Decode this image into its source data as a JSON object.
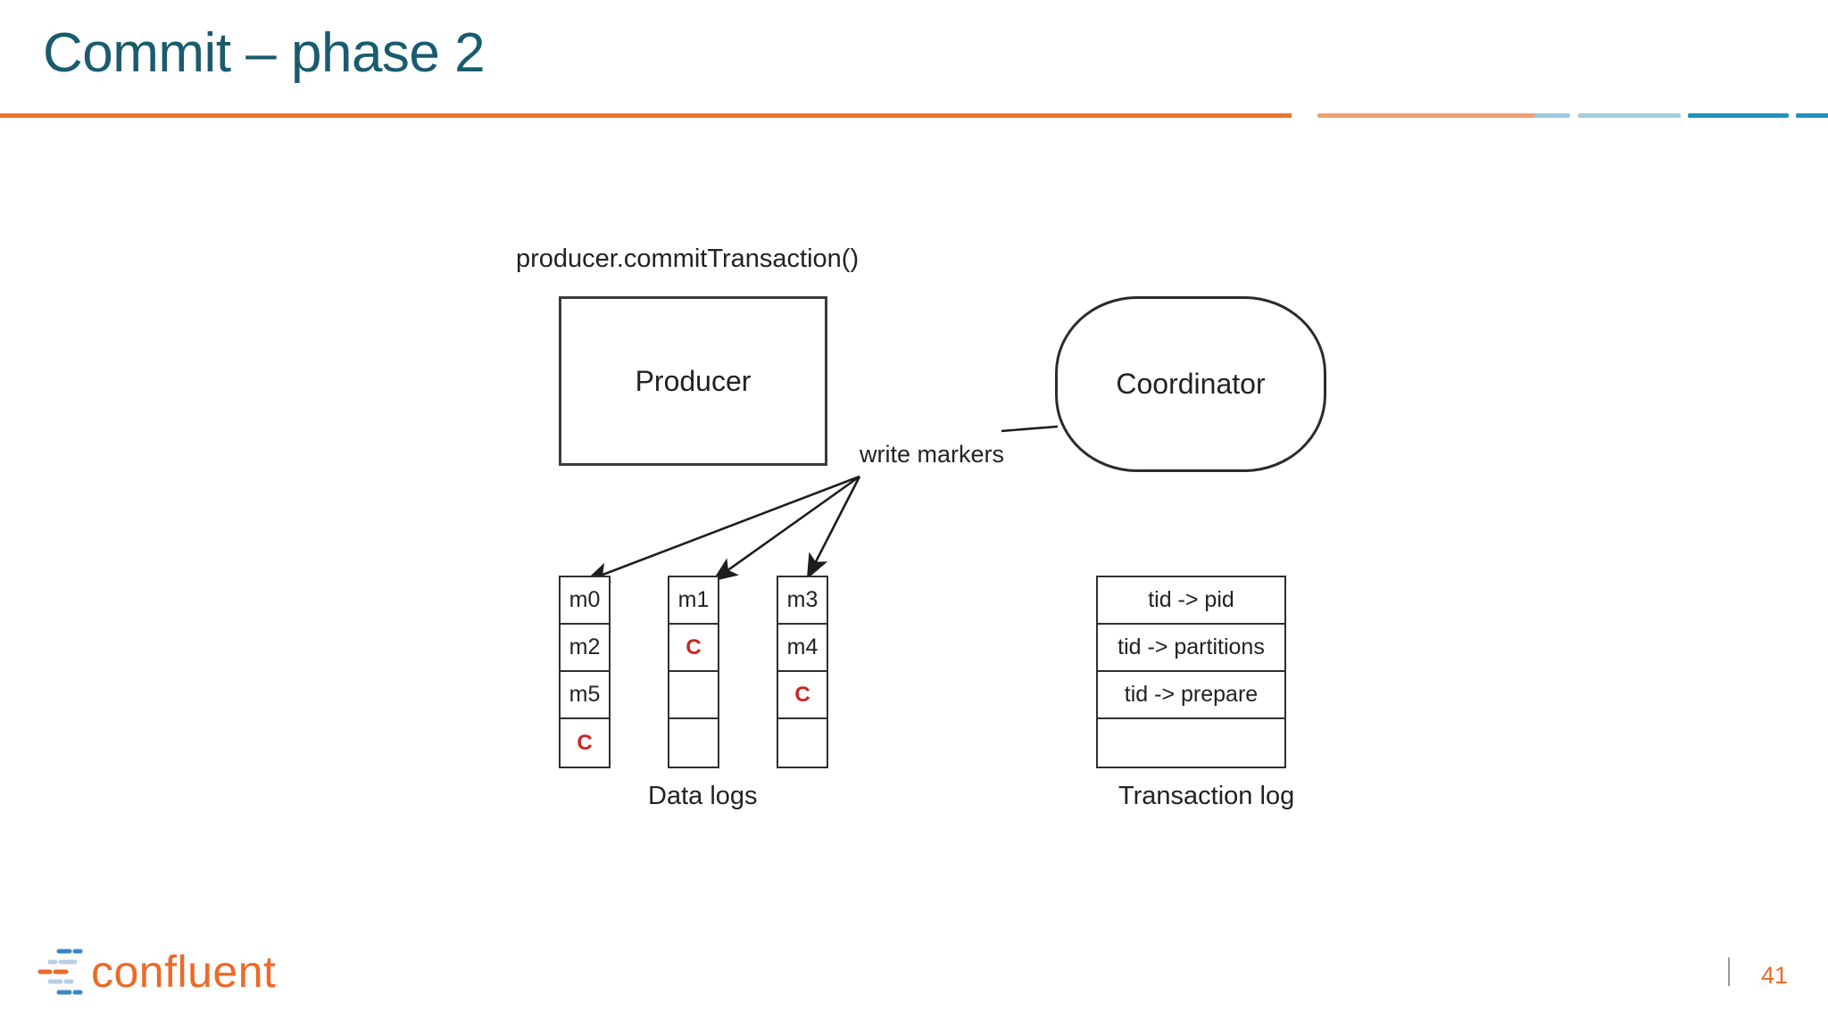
{
  "slide": {
    "title": "Commit – phase 2",
    "page_number": "41",
    "brand": "confluent"
  },
  "colors": {
    "title_teal": "#1a5b6e",
    "accent_orange": "#e8742c",
    "accent_orange_light": "#f0a070",
    "accent_blue_light": "#a6cde0",
    "accent_blue": "#2191bd",
    "marker_red": "#cc2222",
    "stroke": "#2f2f2f"
  },
  "diagram": {
    "caption": "producer.commitTransaction()",
    "edge_label": "write markers",
    "data_logs_label": "Data logs",
    "transaction_log_label": "Transaction log",
    "nodes": {
      "producer": "Producer",
      "coordinator": "Coordinator"
    },
    "data_logs": [
      {
        "cells": [
          "m0",
          "m2",
          "m5",
          "C"
        ],
        "markers": [
          false,
          false,
          false,
          true
        ]
      },
      {
        "cells": [
          "m1",
          "C",
          "",
          ""
        ],
        "markers": [
          false,
          true,
          false,
          false
        ]
      },
      {
        "cells": [
          "m3",
          "m4",
          "C",
          ""
        ],
        "markers": [
          false,
          false,
          true,
          false
        ]
      }
    ],
    "transaction_log": [
      "tid -> pid",
      "tid -> partitions",
      "tid -> prepare",
      ""
    ]
  }
}
